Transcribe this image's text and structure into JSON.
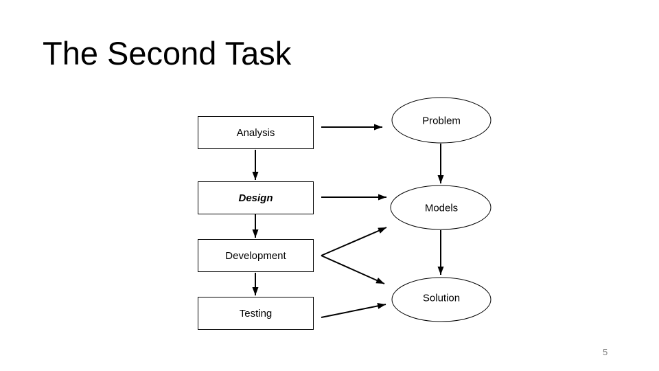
{
  "slide": {
    "title": "The Second Task",
    "page_number": "5"
  },
  "flowchart": {
    "boxes": [
      {
        "id": "analysis",
        "label": "Analysis",
        "style": "normal"
      },
      {
        "id": "design",
        "label": "Design",
        "style": "bold-italic"
      },
      {
        "id": "development",
        "label": "Development",
        "style": "normal"
      },
      {
        "id": "testing",
        "label": "Testing",
        "style": "normal"
      }
    ],
    "ellipses": [
      {
        "id": "problem",
        "label": "Problem"
      },
      {
        "id": "models",
        "label": "Models"
      },
      {
        "id": "solution",
        "label": "Solution"
      }
    ],
    "connections": [
      {
        "from": "Analysis",
        "to": "Problem"
      },
      {
        "from": "Design",
        "to": "Models"
      },
      {
        "from": "Analysis",
        "to": "Design"
      },
      {
        "from": "Design",
        "to": "Development"
      },
      {
        "from": "Development",
        "to": "Testing"
      },
      {
        "from": "Problem",
        "to": "Models"
      },
      {
        "from": "Models",
        "to": "Solution"
      },
      {
        "from": "Development",
        "to": "Models"
      },
      {
        "from": "Development",
        "to": "Solution"
      },
      {
        "from": "Testing",
        "to": "Solution"
      }
    ],
    "colors": {
      "stroke": "#000000",
      "background": "#ffffff",
      "page_number": "#7f7f7f"
    }
  }
}
